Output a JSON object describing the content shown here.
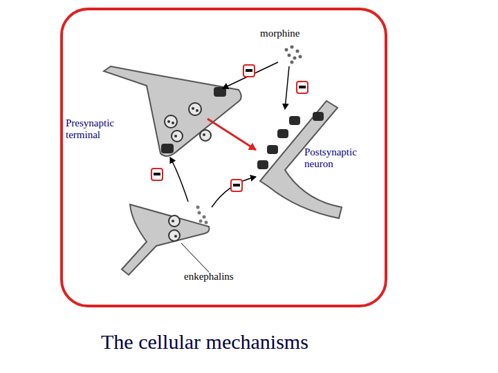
{
  "diagram": {
    "title": "The cellular mechanisms",
    "labels": [
      "morphine",
      "Presynaptic terminal",
      "Postsynaptic neuron",
      "enkephalins"
    ]
  }
}
